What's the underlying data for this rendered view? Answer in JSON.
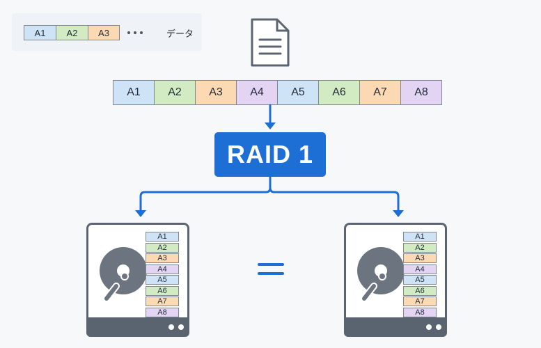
{
  "legend": {
    "cells": [
      {
        "label": "A1",
        "color": "#cfe3f7"
      },
      {
        "label": "A2",
        "color": "#d2ebc3"
      },
      {
        "label": "A3",
        "color": "#fbd9b3"
      }
    ],
    "label": "データ"
  },
  "data_strip": [
    {
      "label": "A1",
      "color": "#cfe3f7"
    },
    {
      "label": "A2",
      "color": "#d2ebc3"
    },
    {
      "label": "A3",
      "color": "#fbd9b3"
    },
    {
      "label": "A4",
      "color": "#e2d4f2"
    },
    {
      "label": "A5",
      "color": "#cfe3f7"
    },
    {
      "label": "A6",
      "color": "#d2ebc3"
    },
    {
      "label": "A7",
      "color": "#fbd9b3"
    },
    {
      "label": "A8",
      "color": "#e2d4f2"
    }
  ],
  "raid_label": "RAID 1",
  "colors": {
    "accent": "#1d6fd6",
    "drive": "#5a6470"
  },
  "icons": [
    "document-icon",
    "hard-disk-icon",
    "equals-icon"
  ]
}
